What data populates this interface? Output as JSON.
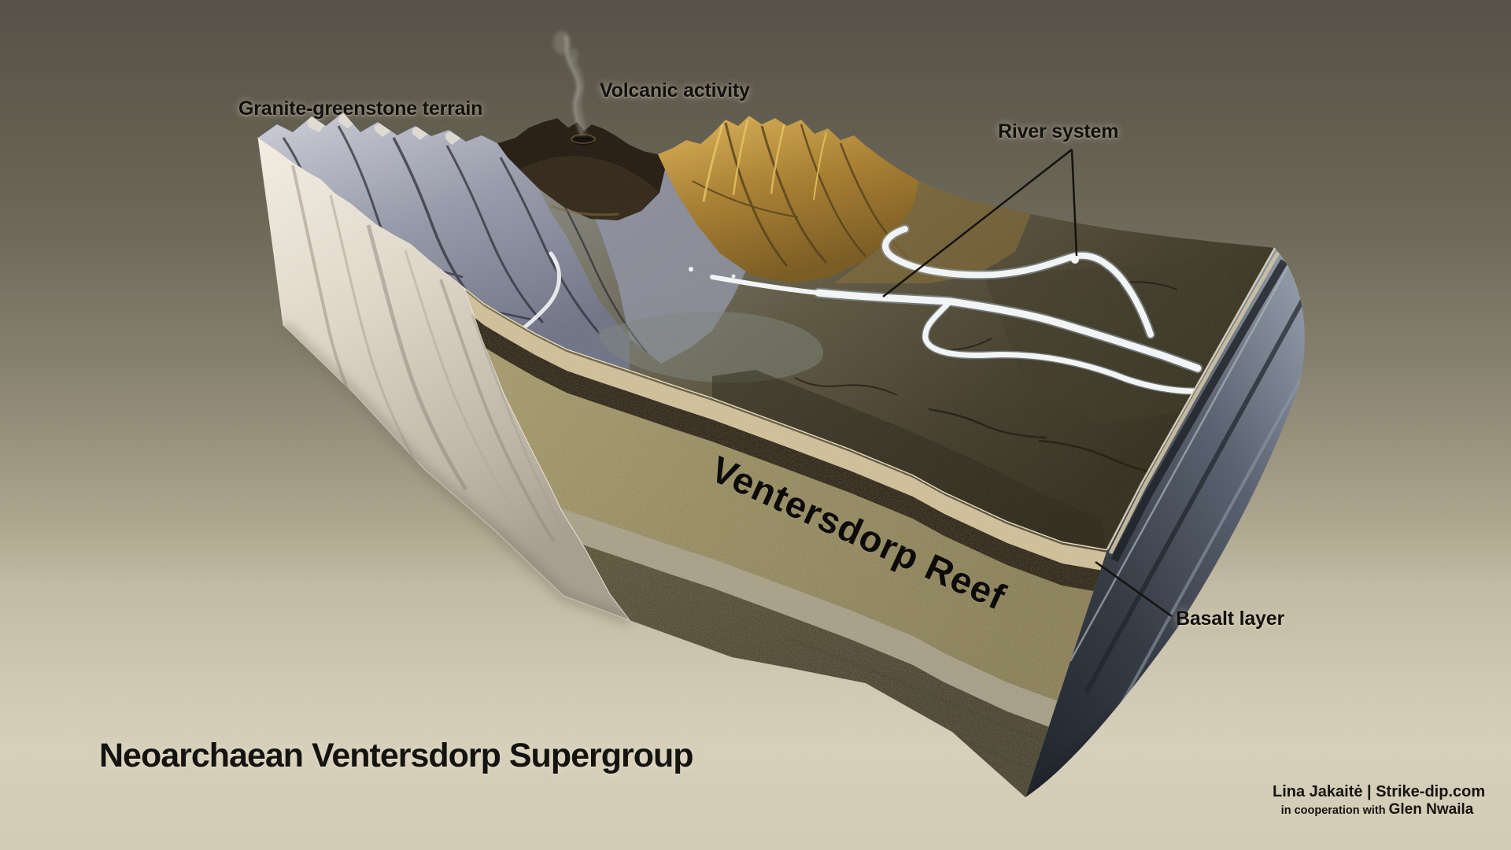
{
  "diagram": {
    "title": "Neoarchaean Ventersdorp Supergroup",
    "labels": {
      "granite_terrain": "Granite-greenstone terrain",
      "volcanic_activity": "Volcanic activity",
      "river_system": "River system",
      "ventersdorp_reef": "Ventersdorp Reef",
      "basalt_layer": "Basalt layer"
    },
    "credits": {
      "author_line": "Lina Jakaitė | Strike-dip.com",
      "cooperation_prefix": "in cooperation with ",
      "cooperation_name": "Glen Nwaila"
    },
    "colors": {
      "background_top": "#565248",
      "background_bottom": "#d2ccb6",
      "label_text": "#12110e",
      "leader_line": "#15130f",
      "granite_face": "#e9e3d7",
      "reef_band": "#8f855c",
      "cream_band": "#cdbd97",
      "basalt_dark": "#2c2315",
      "river_water": "#f2f5f7",
      "golden_peaks": "#c3923c",
      "greenstone_ridges": "#9ba0b0"
    }
  }
}
